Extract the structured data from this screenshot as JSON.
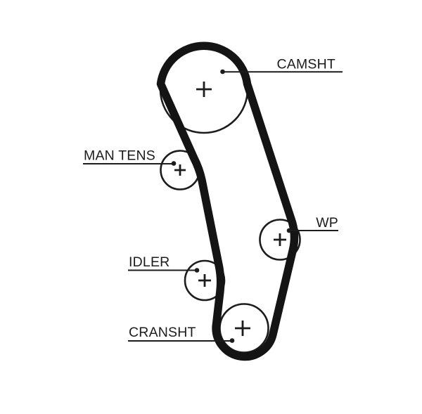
{
  "diagram": {
    "kind": "timing-belt-routing-diagram",
    "background_color": "#ffffff",
    "line_color": "#1c1c1c",
    "belt_color": "#141414",
    "labels": {
      "camshaft": "CAMSHT",
      "manual_tensioner": "MAN TENS",
      "water_pump": "WP",
      "idler": "IDLER",
      "crankshaft": "CRANSHT"
    }
  }
}
